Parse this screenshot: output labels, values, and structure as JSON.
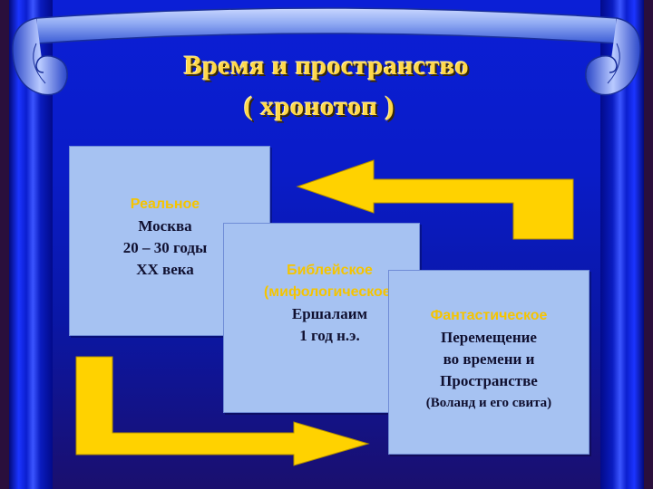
{
  "title": {
    "line1": "Время и пространство",
    "line2": "( хронотоп )"
  },
  "boxes": [
    {
      "heading": "Реальное",
      "lines": [
        "Москва",
        "20 – 30 годы",
        "XX века"
      ]
    },
    {
      "heading": "Библейское (мифологическое)",
      "heading_line1": "Библейское",
      "heading_line2": "(мифологическое)",
      "lines": [
        "Ершалаим",
        "1 год н.э."
      ]
    },
    {
      "heading": "Фантастическое",
      "lines": [
        "Перемещение",
        "во времени и",
        "Пространстве",
        "(Воланд и его свита)"
      ]
    }
  ],
  "colors": {
    "background": "#0b1fd6",
    "curtain": "#1b34ff",
    "scroll_ribbon": "#8fa9f5",
    "title_text": "#ffd84a",
    "box_fill": "#a6c2f2",
    "box_heading": "#f5c400",
    "arrow": "#ffd200"
  }
}
